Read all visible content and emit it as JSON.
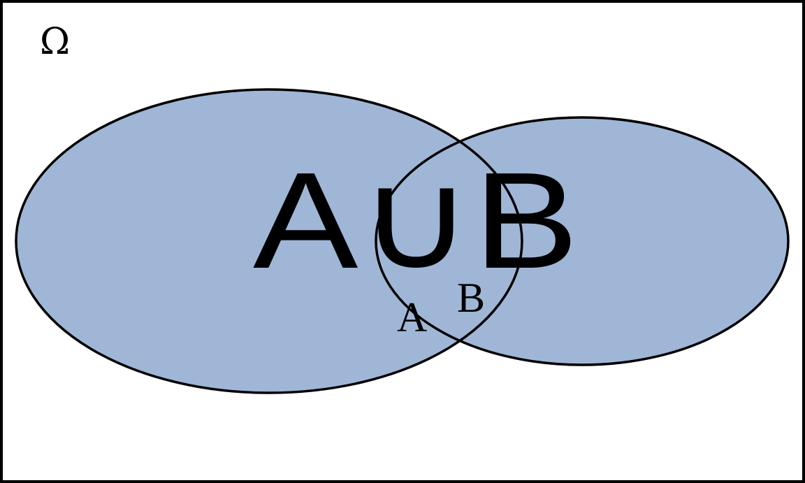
{
  "diagram": {
    "universe_label": "Ω",
    "union_label": "A∪B",
    "set_a_label": "A",
    "set_b_label": "B",
    "colors": {
      "set_fill": "#a0b6d6",
      "stroke": "#000000",
      "background": "#ffffff"
    }
  }
}
